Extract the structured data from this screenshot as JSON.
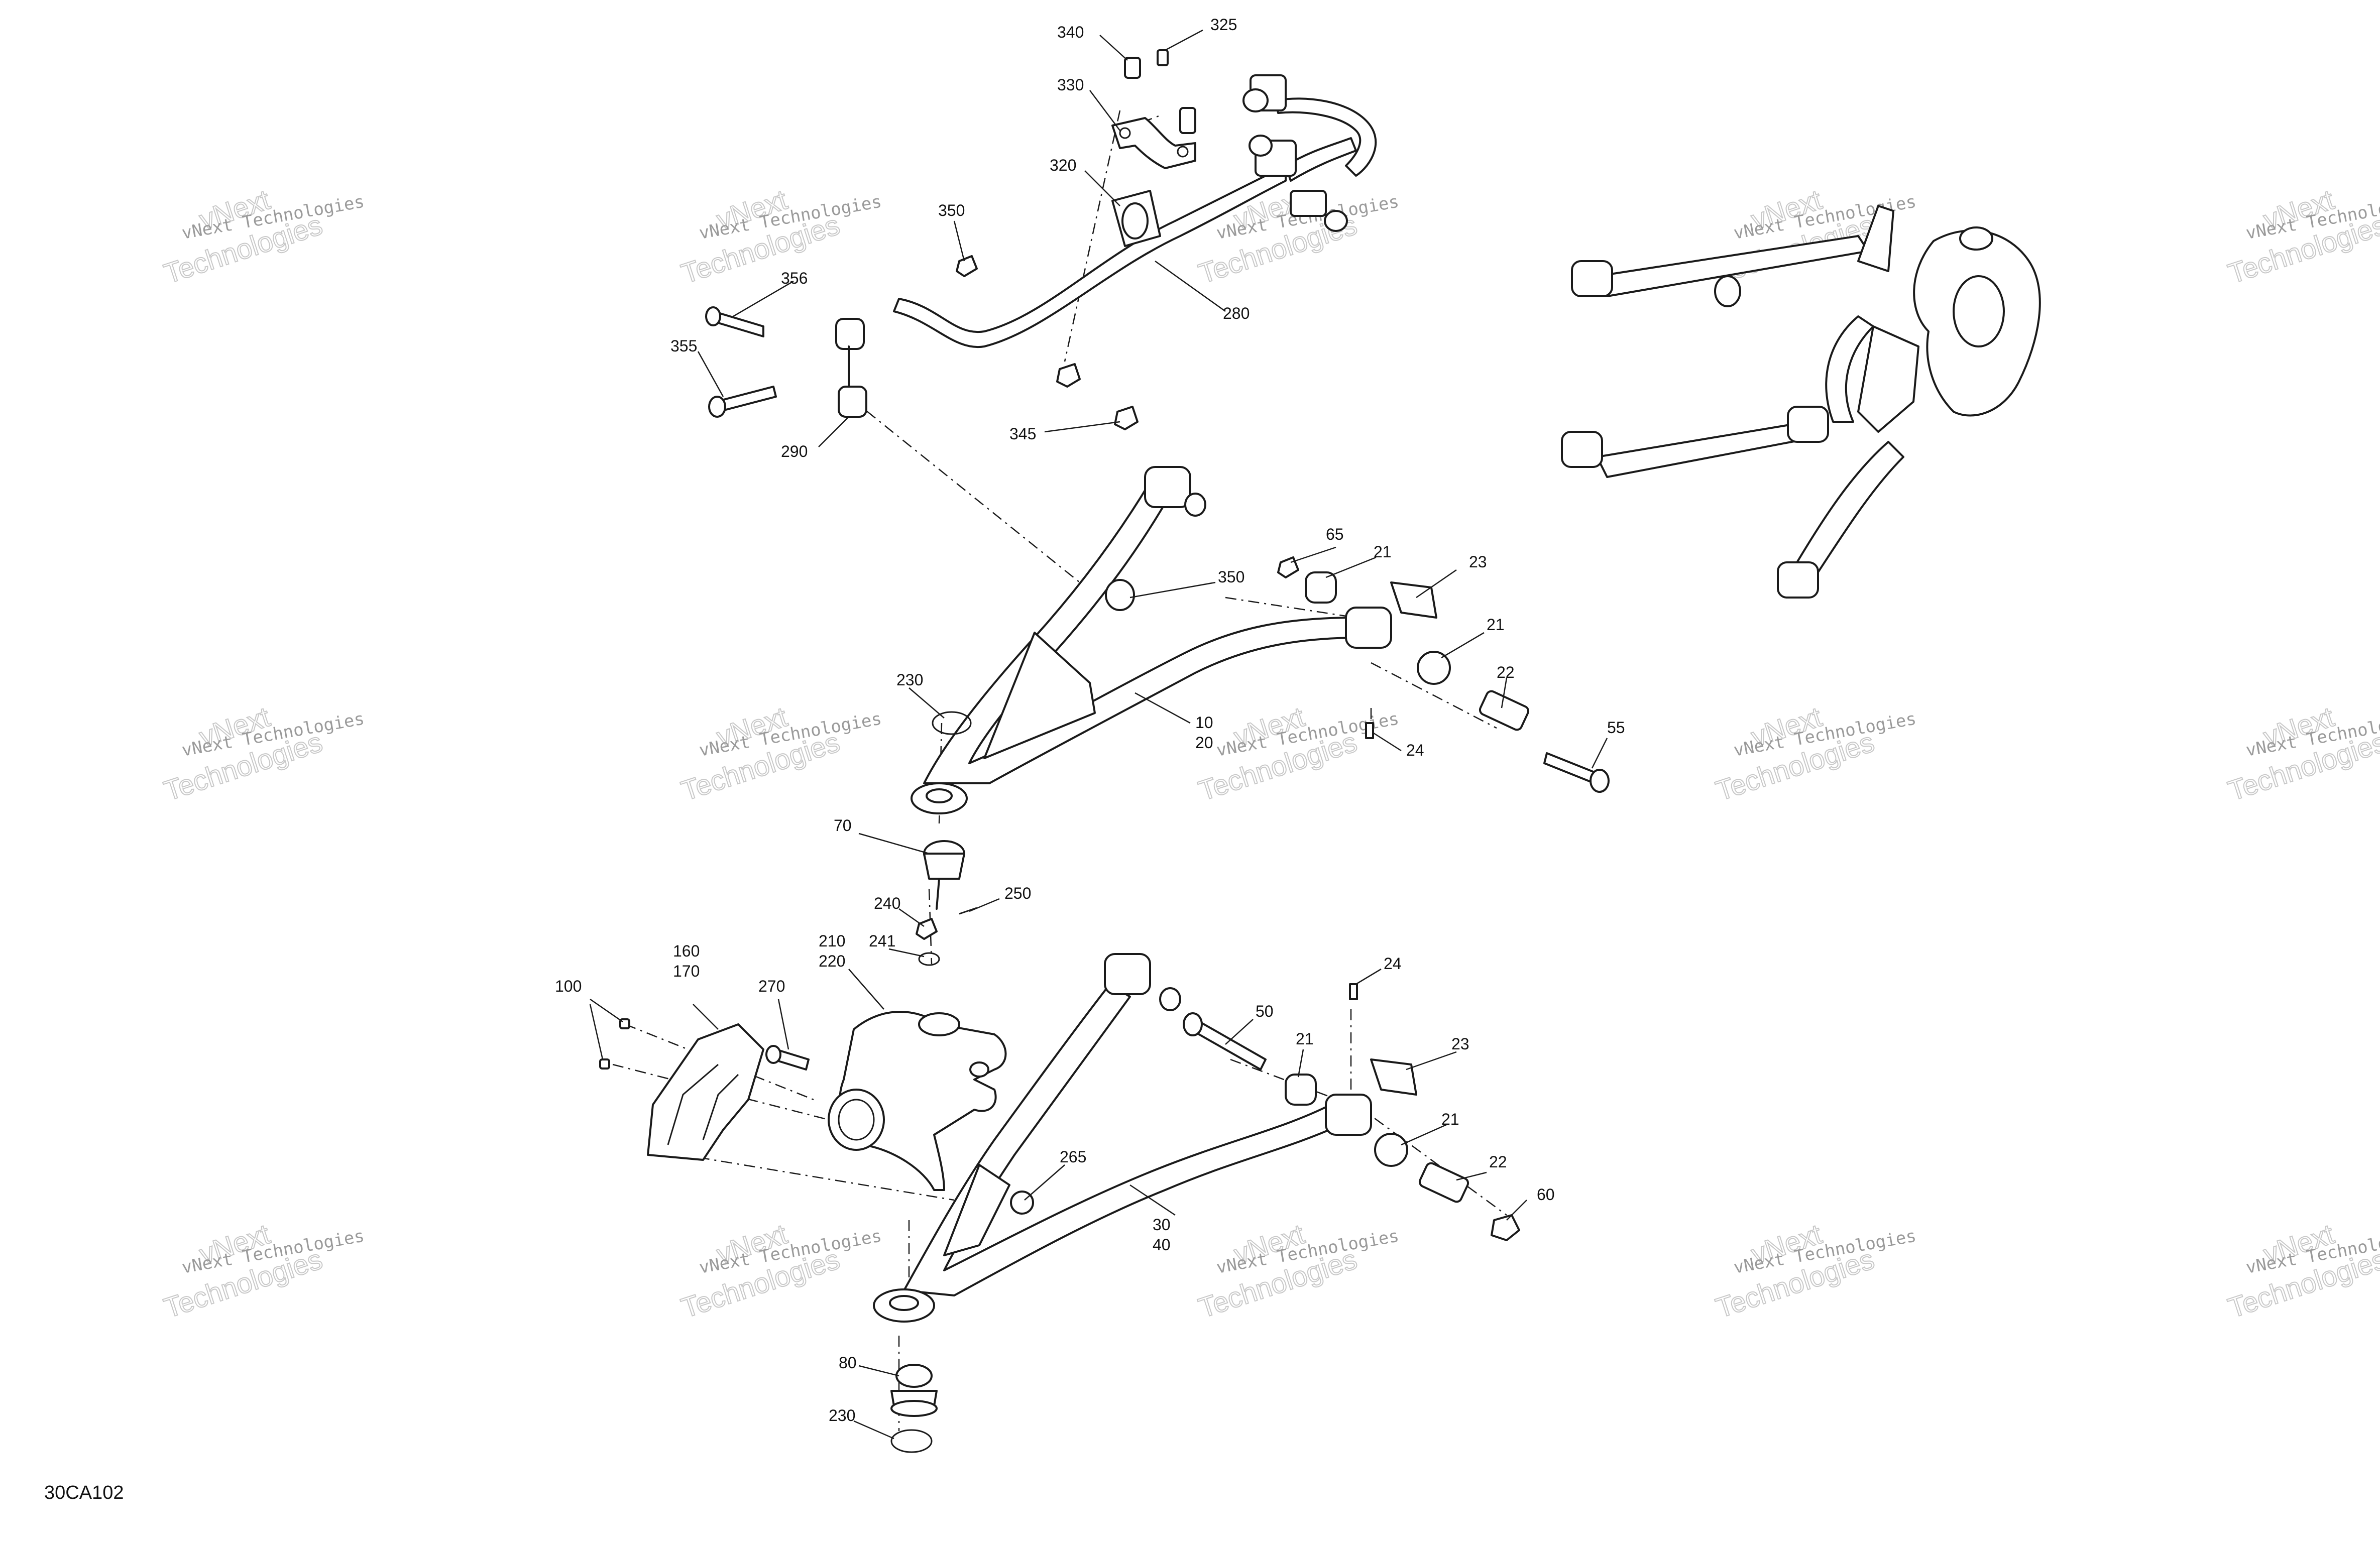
{
  "drawing_ref": "30CA102",
  "watermark": {
    "line1": "vNext Technologies",
    "line2": "Technologies",
    "line3": "vNext"
  },
  "callouts": {
    "c340": "340",
    "c325": "325",
    "c330": "330",
    "c320": "320",
    "c350a": "350",
    "c356": "356",
    "c355": "355",
    "c290": "290",
    "c345": "345",
    "c280": "280",
    "c65": "65",
    "c21a": "21",
    "c23a": "23",
    "c350b": "350",
    "c21b": "21",
    "c22a": "22",
    "c230a": "230",
    "c10": "10",
    "c20": "20",
    "c24a": "24",
    "c55": "55",
    "c70": "70",
    "c250": "250",
    "c240": "240",
    "c241": "241",
    "c210": "210",
    "c220": "220",
    "c160": "160",
    "c170": "170",
    "c100": "100",
    "c270": "270",
    "c24b": "24",
    "c50": "50",
    "c21c": "21",
    "c23b": "23",
    "c21d": "21",
    "c265": "265",
    "c22b": "22",
    "c60": "60",
    "c30": "30",
    "c40": "40",
    "c80": "80",
    "c230b": "230"
  }
}
